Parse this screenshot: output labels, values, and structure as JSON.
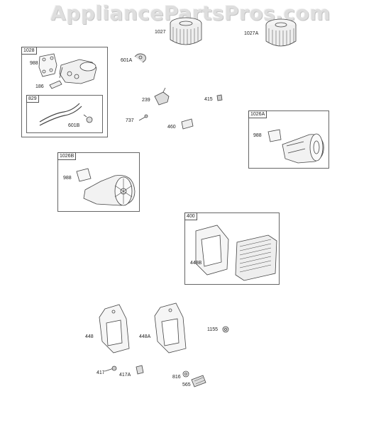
{
  "watermark": "AppliancePartsPros.com",
  "boxes": {
    "b1028": "1028",
    "b829": "829",
    "b1026A": "1026A",
    "b1026B": "1026B",
    "b400": "400"
  },
  "labels": {
    "p1027": "1027",
    "p1027A": "1027A",
    "p988_a": "988",
    "p186": "186",
    "p601B": "601B",
    "p601A": "601A",
    "p239": "239",
    "p415": "415",
    "p737": "737",
    "p460": "460",
    "p988_b": "988",
    "p988_c": "988",
    "p448B": "448B",
    "p448": "448",
    "p448A": "448A",
    "p1155": "1155",
    "p417": "417",
    "p417A": "417A",
    "p816": "816",
    "p565": "565"
  }
}
